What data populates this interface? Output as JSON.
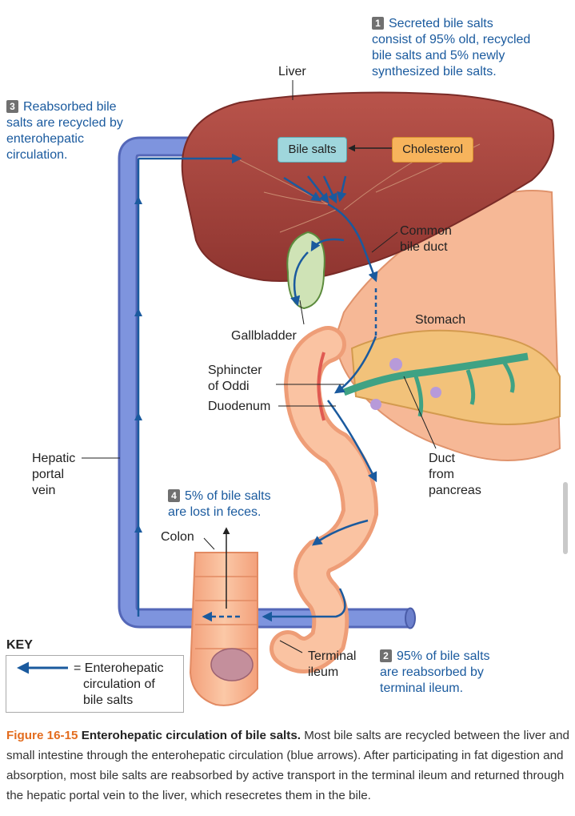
{
  "labels": {
    "liver": "Liver",
    "bile_salts": "Bile salts",
    "cholesterol": "Cholesterol",
    "common_bile_duct_1": "Common",
    "common_bile_duct_2": "bile duct",
    "stomach": "Stomach",
    "gallbladder": "Gallbladder",
    "sphincter_1": "Sphincter",
    "sphincter_2": "of Oddi",
    "duodenum": "Duodenum",
    "hepatic_1": "Hepatic",
    "hepatic_2": "portal",
    "hepatic_3": "vein",
    "duct_1": "Duct",
    "duct_2": "from",
    "duct_3": "pancreas",
    "colon": "Colon",
    "terminal_1": "Terminal",
    "terminal_2": "ileum"
  },
  "steps": [
    {
      "num": "1",
      "lines": [
        "Secreted bile salts",
        "consist of 95% old, recycled",
        "bile salts and 5% newly",
        "synthesized bile salts."
      ]
    },
    {
      "num": "2",
      "lines": [
        "95% of bile salts",
        "are reabsorbed by",
        "terminal ileum."
      ]
    },
    {
      "num": "3",
      "lines": [
        "Reabsorbed bile",
        "salts are recycled by",
        "enterohepatic",
        "circulation."
      ]
    },
    {
      "num": "4",
      "lines": [
        "5% of bile salts",
        "are lost in feces."
      ]
    }
  ],
  "key": {
    "title": "KEY",
    "line1": "= Enterohepatic",
    "line2": "circulation of",
    "line3": "bile salts"
  },
  "caption": {
    "tag": "Figure 16-15",
    "title": "Enterohepatic circulation of bile salts.",
    "text": " Most bile salts are recycled between the liver and small intestine through the enterohepatic circulation (blue arrows). After participating in fat digestion and absorption, most bile salts are reabsorbed by active transport in the terminal ileum and returned through the hepatic portal vein to the liver, which resecretes them in the bile."
  },
  "colors": {
    "flow_arrow": "#1a5a9e",
    "portal_vein": "#6f85d4",
    "liver": "#a6443d",
    "bile_salts_box": "#9fd6dc",
    "cholesterol_box": "#f7b45c",
    "intestine": "#f7b08a",
    "caption_tag": "#e36c1e",
    "step_text": "#1a5a9e"
  }
}
